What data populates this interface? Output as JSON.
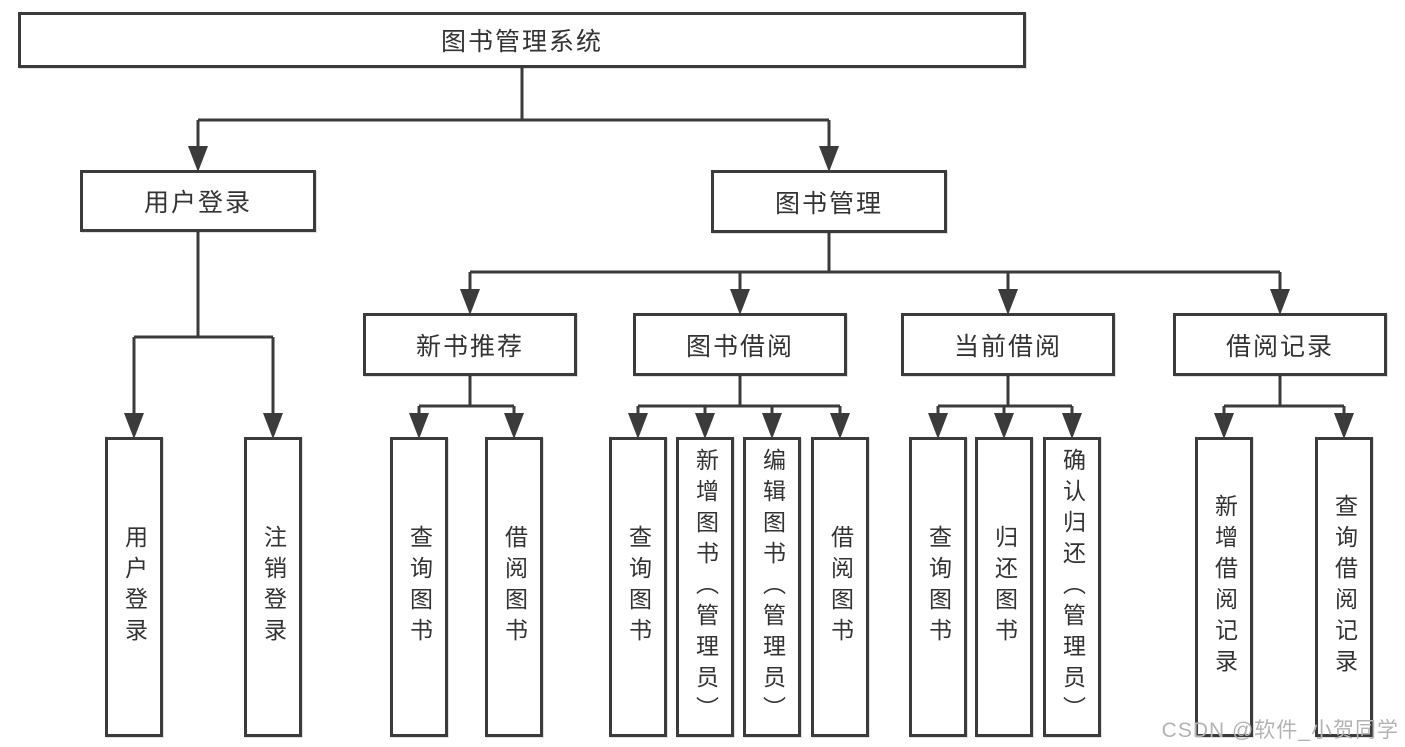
{
  "diagram": {
    "title": "图书管理系统",
    "type": "hierarchy-tree"
  },
  "nodes": [
    {
      "id": "root",
      "label": "图书管理系统",
      "parent": null,
      "orientation": "horizontal"
    },
    {
      "id": "user-login",
      "label": "用户登录",
      "parent": "root",
      "orientation": "horizontal"
    },
    {
      "id": "book-mgmt",
      "label": "图书管理",
      "parent": "root",
      "orientation": "horizontal"
    },
    {
      "id": "new-book-rec",
      "label": "新书推荐",
      "parent": "book-mgmt",
      "orientation": "horizontal"
    },
    {
      "id": "book-borrow",
      "label": "图书借阅",
      "parent": "book-mgmt",
      "orientation": "horizontal"
    },
    {
      "id": "current-borrow",
      "label": "当前借阅",
      "parent": "book-mgmt",
      "orientation": "horizontal"
    },
    {
      "id": "borrow-record",
      "label": "借阅记录",
      "parent": "book-mgmt",
      "orientation": "horizontal"
    },
    {
      "id": "login-leaf",
      "label": "用户登录",
      "parent": "user-login",
      "orientation": "vertical"
    },
    {
      "id": "logout-leaf",
      "label": "注销登录",
      "parent": "user-login",
      "orientation": "vertical"
    },
    {
      "id": "query-book-new",
      "label": "查询图书",
      "parent": "new-book-rec",
      "orientation": "vertical"
    },
    {
      "id": "borrow-book-new",
      "label": "借阅图书",
      "parent": "new-book-rec",
      "orientation": "vertical"
    },
    {
      "id": "query-book-borrow",
      "label": "查询图书",
      "parent": "book-borrow",
      "orientation": "vertical"
    },
    {
      "id": "add-book",
      "label": "新增图书（管理员）",
      "parent": "book-borrow",
      "orientation": "vertical"
    },
    {
      "id": "edit-book",
      "label": "编辑图书（管理员）",
      "parent": "book-borrow",
      "orientation": "vertical"
    },
    {
      "id": "borrow-book",
      "label": "借阅图书",
      "parent": "book-borrow",
      "orientation": "vertical"
    },
    {
      "id": "query-book-current",
      "label": "查询图书",
      "parent": "current-borrow",
      "orientation": "vertical"
    },
    {
      "id": "return-book",
      "label": "归还图书",
      "parent": "current-borrow",
      "orientation": "vertical"
    },
    {
      "id": "confirm-return",
      "label": "确认归还（管理员）",
      "parent": "current-borrow",
      "orientation": "vertical"
    },
    {
      "id": "add-borrow-record",
      "label": "新增借阅记录",
      "parent": "borrow-record",
      "orientation": "vertical"
    },
    {
      "id": "query-borrow-record",
      "label": "查询借阅记录",
      "parent": "borrow-record",
      "orientation": "vertical"
    }
  ],
  "watermark": "CSDN @软件_小贺同学",
  "colors": {
    "line": "#3b3b3b",
    "border": "#3b3b3b",
    "text": "#333333",
    "watermark": "#b3b3b3",
    "background": "#ffffff"
  }
}
